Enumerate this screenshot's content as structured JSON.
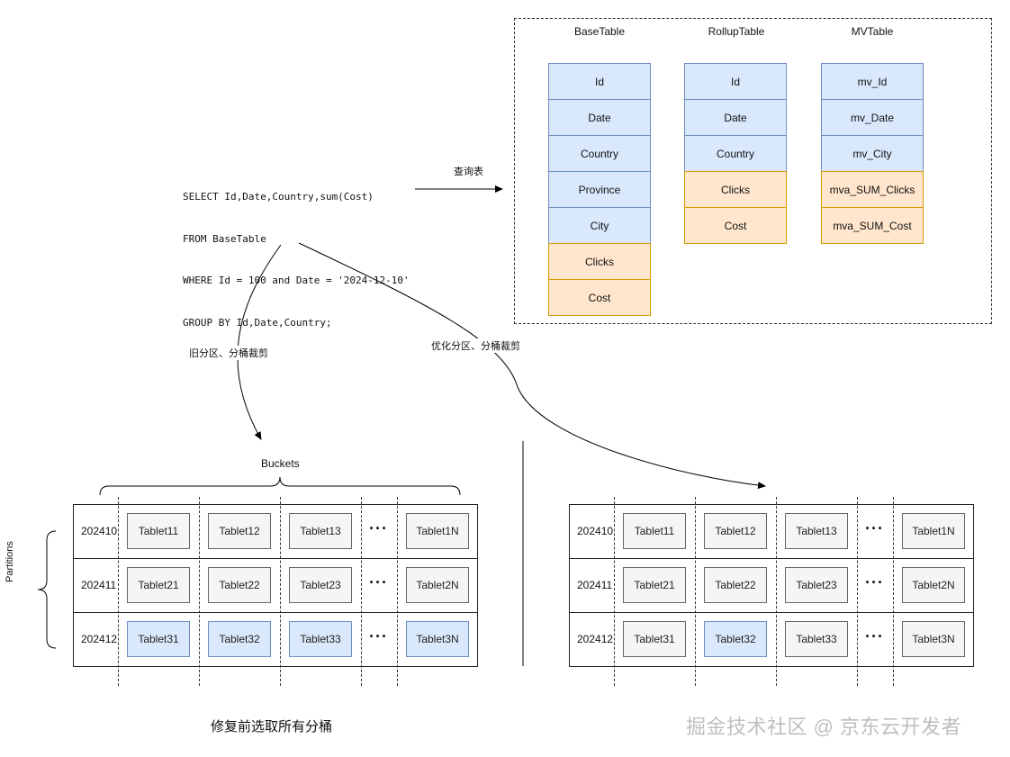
{
  "tables": {
    "base": {
      "title": "BaseTable",
      "columns": [
        "Id",
        "Date",
        "Country",
        "Province",
        "City",
        "Clicks",
        "Cost"
      ],
      "kinds": [
        "key",
        "key",
        "key",
        "key",
        "key",
        "value",
        "value"
      ]
    },
    "rollup": {
      "title": "RollupTable",
      "columns": [
        "Id",
        "Date",
        "Country",
        "Clicks",
        "Cost"
      ],
      "kinds": [
        "key",
        "key",
        "key",
        "value",
        "value"
      ]
    },
    "mv": {
      "title": "MVTable",
      "columns": [
        "mv_Id",
        "mv_Date",
        "mv_City",
        "mva_SUM_Clicks",
        "mva_SUM_Cost"
      ],
      "kinds": [
        "key",
        "key",
        "key",
        "value",
        "value"
      ]
    }
  },
  "sql": {
    "lines": [
      "SELECT Id,Date,Country,sum(Cost)",
      "FROM BaseTable",
      "WHERE Id = 100 and Date = '2024-12-10'",
      "GROUP BY Id,Date,Country;"
    ]
  },
  "edges": {
    "query_table": "查询表",
    "old_pruning": "旧分区、分桶裁剪",
    "new_pruning": "优化分区、分桶裁剪"
  },
  "grid": {
    "buckets_label": "Buckets",
    "partitions_label": "Partitions",
    "ellipsis": "···",
    "partitions": [
      "202410",
      "202411",
      "202412"
    ],
    "tablets": [
      [
        "Tablet11",
        "Tablet12",
        "Tablet13",
        "Tablet1N"
      ],
      [
        "Tablet21",
        "Tablet22",
        "Tablet23",
        "Tablet2N"
      ],
      [
        "Tablet31",
        "Tablet32",
        "Tablet33",
        "Tablet3N"
      ]
    ]
  },
  "captions": {
    "left": "修复前选取所有分桶",
    "right_watermark": "掘金技术社区 @ 京东云开发者"
  },
  "colors": {
    "key_fill": "#dae8fc",
    "value_fill": "#ffe6cc",
    "tablet_fill": "#f5f5f5",
    "highlight_fill": "#dae8fc"
  }
}
